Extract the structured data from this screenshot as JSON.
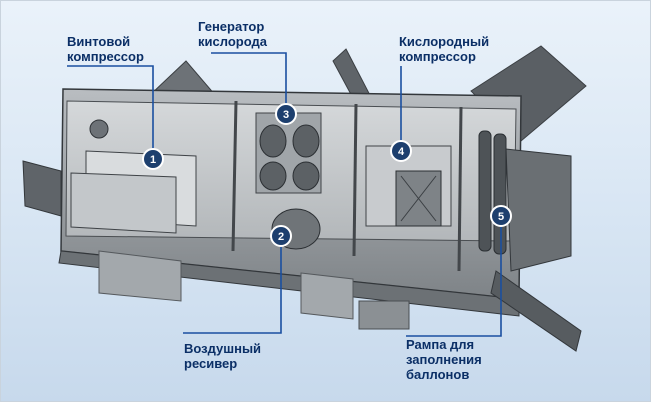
{
  "labels": {
    "screw_compressor": [
      "Винтовой",
      "компрессор"
    ],
    "oxygen_generator": [
      "Генератор",
      "кислорода"
    ],
    "oxygen_compressor": [
      "Кислородный",
      "компрессор"
    ],
    "air_receiver": [
      "Воздушный",
      "ресивер"
    ],
    "filling_ramp": [
      "Рампа для",
      "заполнения",
      "баллонов"
    ]
  },
  "markers": [
    "1",
    "2",
    "3",
    "4",
    "5"
  ],
  "colors": {
    "accent": "#0b2f66",
    "marker": "#1d3f6e",
    "leader": "#1a4fa0",
    "steel": "#9ea3a8"
  }
}
